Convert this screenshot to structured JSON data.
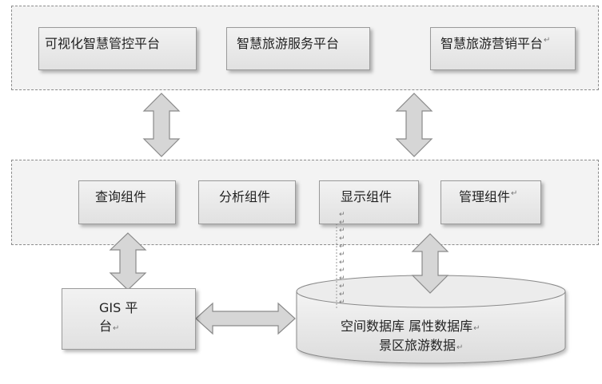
{
  "top_layer": {
    "platforms": [
      {
        "label": "可视化智慧管控平台",
        "mark": ""
      },
      {
        "label": "智慧旅游服务平台",
        "mark": ""
      },
      {
        "label": "智慧旅游营销平台",
        "mark": "↵"
      }
    ]
  },
  "middle_layer": {
    "components": [
      {
        "label": "查询组件",
        "mark": ""
      },
      {
        "label": "分析组件",
        "mark": ""
      },
      {
        "label": "显示组件",
        "mark": ""
      },
      {
        "label": "管理组件",
        "mark": "↵"
      }
    ]
  },
  "gis": {
    "line1": "GIS 平",
    "line2": "台",
    "mark": "↵"
  },
  "database": {
    "line1": "空间数据库 属性数据库",
    "line2": "景区旅游数据",
    "mark": "↵"
  },
  "return_marks": [
    "↵",
    "↵",
    "↵",
    "↵",
    "↵",
    "↵",
    "↵",
    "↵",
    "↵",
    "↵",
    "↵",
    "↵"
  ],
  "colors": {
    "layer_bg": "#f3f3f3",
    "box_fill_top": "#f2f2f2",
    "box_fill_bottom": "#e1e1e1",
    "arrow_fill": "#d6d6d6",
    "arrow_stroke": "#8a8a8a"
  }
}
